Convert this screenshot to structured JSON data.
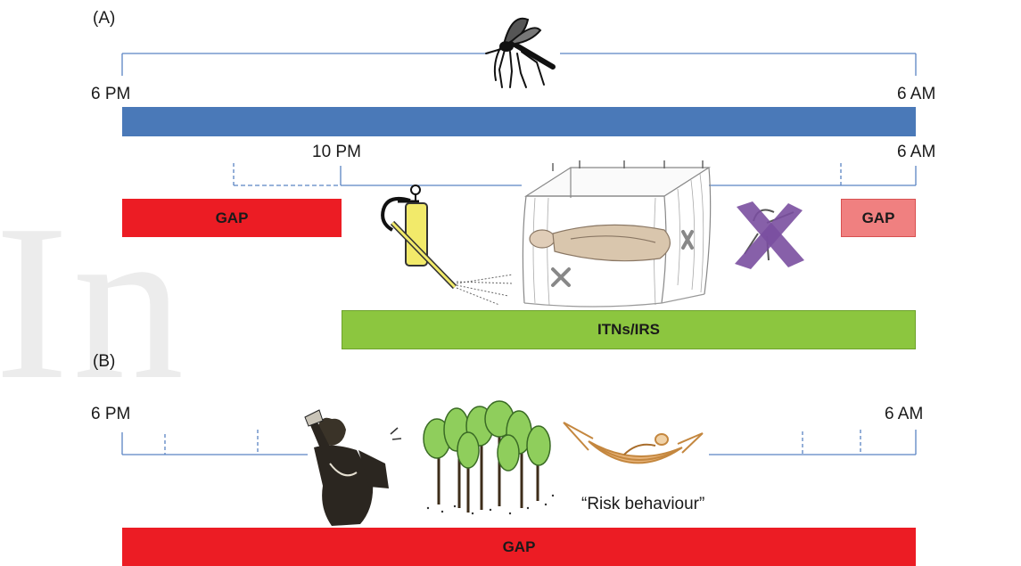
{
  "panel_a": {
    "label": "(A)",
    "top_start_time": "6 PM",
    "top_end_time": "6 AM",
    "start_time_2": "10 PM",
    "end_time_2": "6 AM",
    "gap_left": "GAP",
    "gap_right": "GAP",
    "intervention": "ITNs/IRS"
  },
  "panel_b": {
    "label": "(B)",
    "start_time": "6 PM",
    "end_time": "6 AM",
    "risk_label": "“Risk behaviour”",
    "gap": "GAP"
  },
  "watermark": "In",
  "colors": {
    "blue_bar": "#4a79b8",
    "red_gap": "#ec1c24",
    "pink_gap": "#f08080",
    "green_bar": "#8cc63f",
    "line_blue": "#5b84c4",
    "purple_x": "#7a4fa0"
  },
  "icons": [
    "mosquito-icon",
    "sprayer-icon",
    "bed-net-icon",
    "crossed-mosquito-icon",
    "worker-icon",
    "forest-icon",
    "hammock-icon"
  ]
}
